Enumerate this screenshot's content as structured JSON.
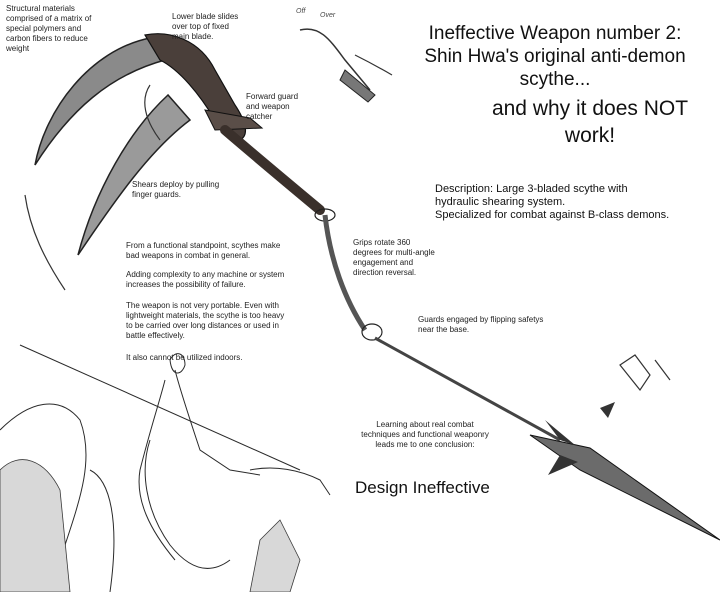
{
  "title_line1": "Ineffective Weapon number 2:\nShin Hwa's original anti-demon\nscythe...",
  "title_line2": "and why it does NOT\nwork!",
  "description": "Description: Large 3-bladed scythe with\nhydraulic shearing system.\nSpecialized for combat against B-class demons.",
  "notes": {
    "structural": "Structural materials\ncomprised of a matrix of\nspecial polymers and\ncarbon fibers to reduce\nweight",
    "lower_blade": "Lower blade slides\nover top of fixed\nmain blade.",
    "forward_guard": "Forward guard\nand weapon\ncatcher",
    "shears": "Shears deploy by pulling\nfinger guards.",
    "grips": "Grips rotate 360\ndegrees for multi-angle\nengagement and\ndirection reversal.",
    "guards": "Guards engaged by flipping safetys\nnear the base.",
    "learning": "Learning about real combat\ntechniques and functional weaponry\nleads me to one conclusion:"
  },
  "body_text": {
    "p1": "From a functional standpoint, scythes make\nbad weapons in combat in general.",
    "p2": "Adding complexity to any machine or system\nincreases the possibility of failure.",
    "p3": "The weapon is not very portable.  Even with\nlightweight materials, the scythe is too heavy\nto be carried over long distances or used in\nbattle effectively.",
    "p4": "It also cannot be utilized indoors."
  },
  "conclusion": "Design Ineffective",
  "sketch_labels": {
    "a": "Off",
    "b": "Over"
  },
  "colors": {
    "ink": "#1a1a1a",
    "blade": "#6b6b6b",
    "shaft": "#4a3f3a",
    "paper": "#ffffff"
  }
}
